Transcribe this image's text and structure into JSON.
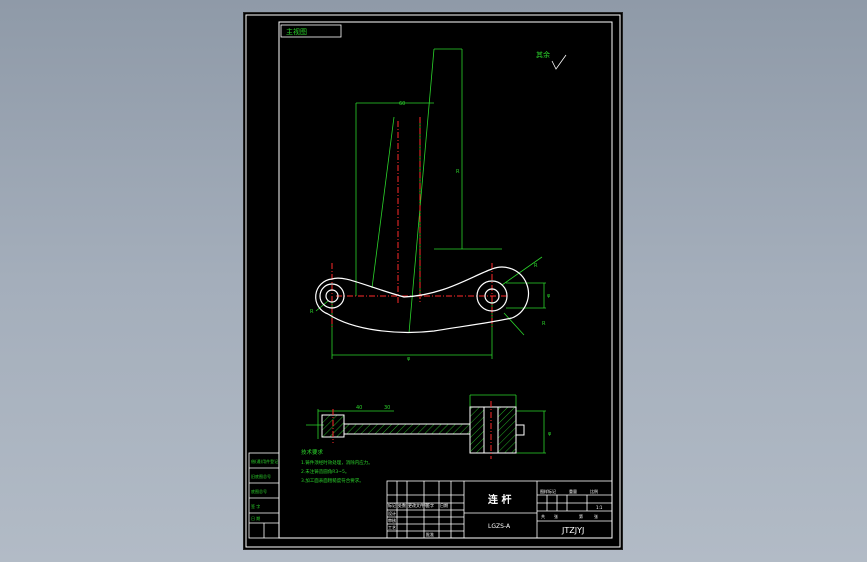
{
  "drawing": {
    "view_label": "主视图",
    "roughness_note": "其余",
    "tech_req_title": "技术要求",
    "tech_req_items": [
      "1.铸件须经时效处理，消除内应力。",
      "2.未注铸造圆角R3~5。",
      "3.加工面表面粗糙度符合要求。"
    ],
    "title_block": {
      "part_name": "连 杆",
      "drawing_no": "LGZS-A",
      "project_code": "JTZJYJ",
      "material_cells": [
        "标记",
        "处数",
        "更改文件号",
        "签字",
        "日期"
      ],
      "approval_cells": [
        "设计",
        "审核",
        "工艺",
        "批准"
      ],
      "scale_cells": [
        "图样标记",
        "重量",
        "比例"
      ],
      "scale_value": "1:1",
      "sheet_cells": [
        "共",
        "张",
        "第",
        "张"
      ]
    },
    "left_stamp": [
      "借(通)用件登记",
      "旧底图总号",
      "底图总号",
      "签 字",
      "日 期"
    ]
  },
  "colors": {
    "sheet": "#000000",
    "outline": "#ffffff",
    "dimension": "#2bd42b",
    "center": "#ff2a2a",
    "hatch": "#2bd42b"
  }
}
